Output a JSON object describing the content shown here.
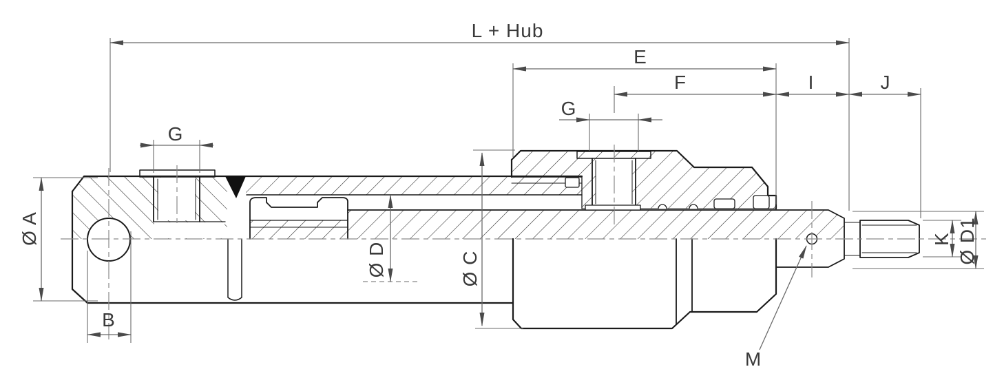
{
  "drawing": {
    "type": "technical-section-drawing",
    "subject": "Hydraulic cylinder, longitudinal half-section with dimension lines",
    "colors": {
      "background": "#ffffff",
      "outline": "#1a1a1a",
      "hatch": "#262626",
      "weld_fill": "#111111",
      "dimension_lines": "#6a6a6a",
      "centerlines": "#8a8a8a",
      "label_text": "#3a3a3a"
    },
    "labels": {
      "overall_length": "L + Hub",
      "head_length": "E",
      "port_to_rod_end": "F",
      "head_to_shoulder": "I",
      "thread_length": "J",
      "port_left": "G",
      "port_right": "G",
      "cap_diameter": "Ø A",
      "cap_hole_width": "B",
      "rod_diameter": "Ø D",
      "head_diameter": "Ø C",
      "thread_size": "K",
      "rod_end_diameter": "Ø D1",
      "vent_hole": "M"
    }
  }
}
